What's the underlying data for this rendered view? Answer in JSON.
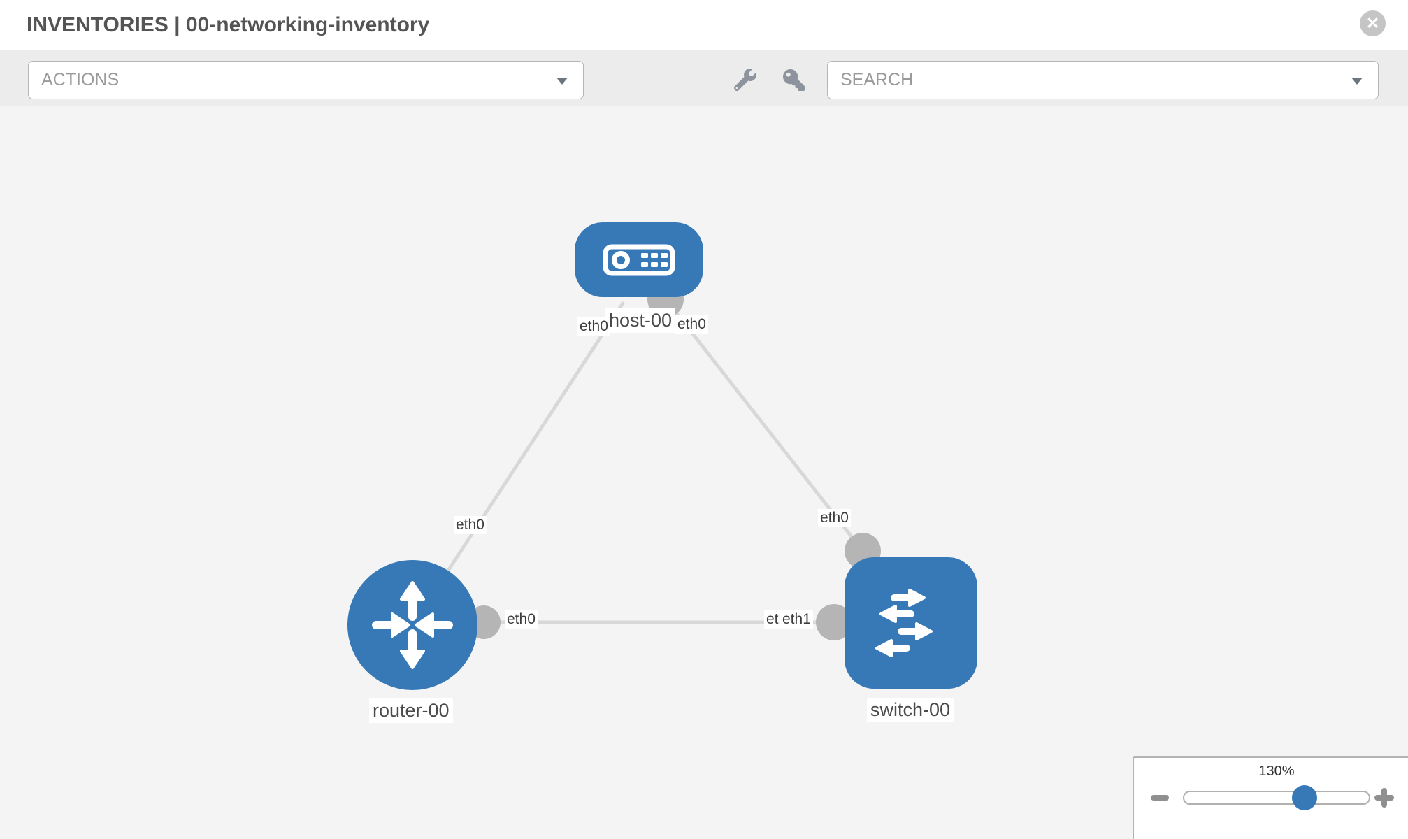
{
  "header": {
    "title": "INVENTORIES | 00-networking-inventory"
  },
  "icons": {
    "close_glyph": "✕",
    "toolbar": [
      "wrench-icon",
      "key-icon"
    ]
  },
  "toolbar": {
    "actions_label": "ACTIONS",
    "search_label": "SEARCH"
  },
  "topology": {
    "nodes": [
      {
        "id": "host-00",
        "type": "host",
        "label": "host-00"
      },
      {
        "id": "router-00",
        "type": "router",
        "label": "router-00"
      },
      {
        "id": "switch-00",
        "type": "switch",
        "label": "switch-00"
      }
    ],
    "links": [
      {
        "from": "host-00",
        "to": "router-00",
        "from_interface": "eth0",
        "to_interface": "eth0"
      },
      {
        "from": "host-00",
        "to": "switch-00",
        "from_interface": "eth0",
        "to_interface": "eth0"
      },
      {
        "from": "router-00",
        "to": "switch-00",
        "from_interface": "eth0",
        "to_interface": "eth1"
      }
    ],
    "interface_labels": {
      "link1_host_end": "eth0",
      "link1_mid": "eth0",
      "link2_host_end": "eth0",
      "link2_mid": "eth0",
      "link3_router_end": "eth0",
      "link3_switch_under": "eth0",
      "link3_switch_end": "eth1"
    }
  },
  "zoom_control": {
    "level": "130%"
  },
  "colors": {
    "node_blue": "#3779b7",
    "link_gray": "#d8d8d8",
    "connector_gray": "#b5b5b5",
    "canvas_bg": "#f4f4f4",
    "toolbar_bg": "#ececec"
  }
}
